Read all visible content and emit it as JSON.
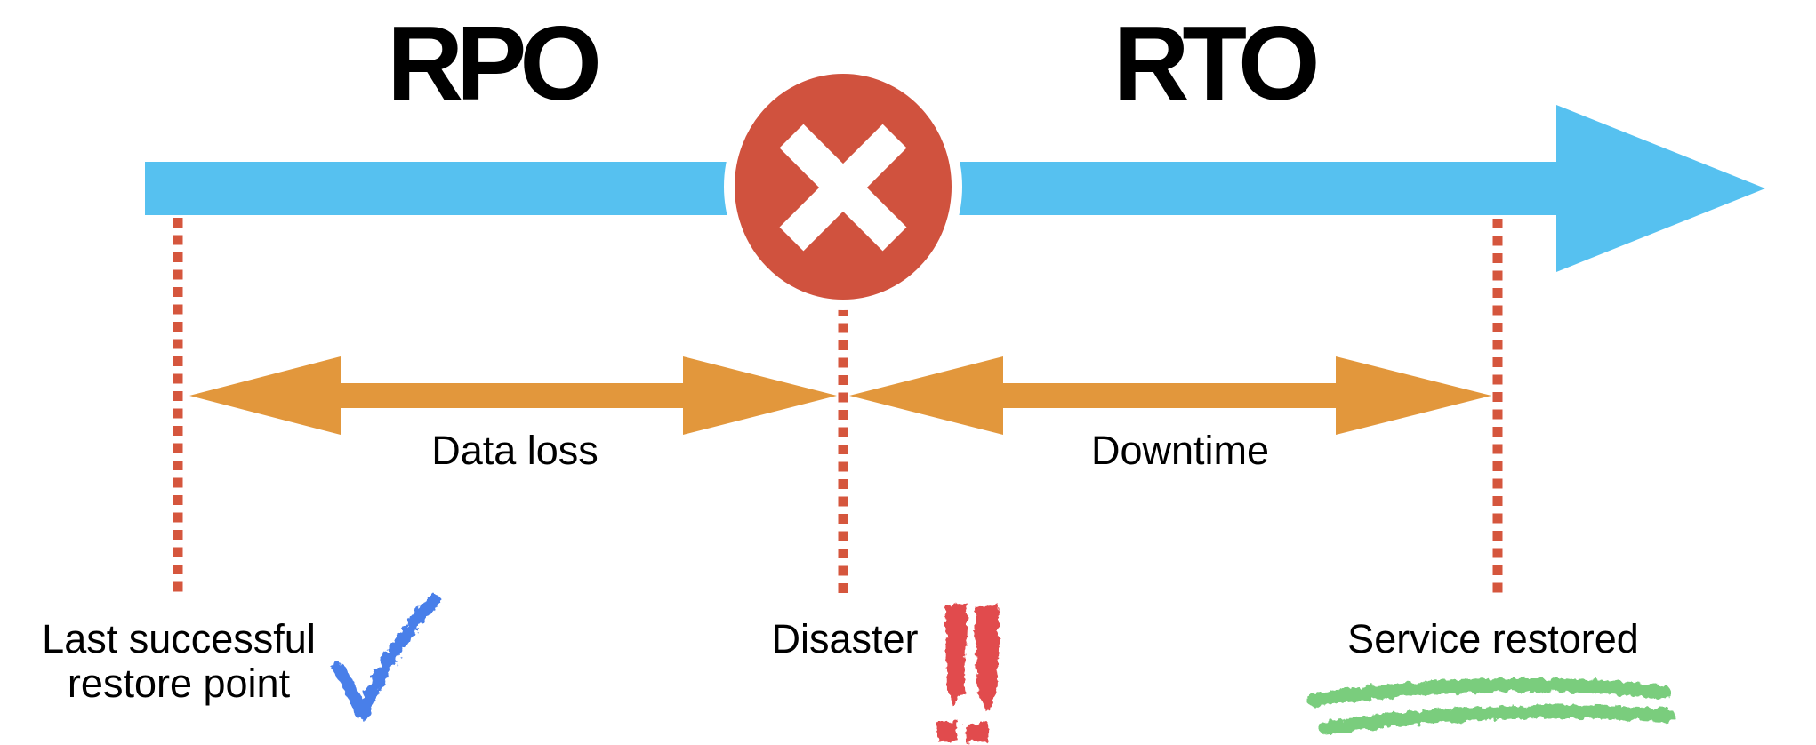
{
  "diagram": {
    "rpo_title": "RPO",
    "rto_title": "RTO",
    "data_loss_label": "Data loss",
    "downtime_label": "Downtime",
    "markers": {
      "restore_point": {
        "line1": "Last successful",
        "line2": "restore point"
      },
      "disaster": {
        "label": "Disaster"
      },
      "service_restored": {
        "label": "Service restored"
      }
    },
    "icons": {
      "disaster_icon": "x-mark-in-circle",
      "restore_icon": "blue-checkmark",
      "disaster_annotation_icon": "red-double-exclamation",
      "restored_annotation_icon": "green-scribble-underline"
    }
  },
  "colors": {
    "timeline-blue": "#56c1f0",
    "circle-red": "#d0523e",
    "dotted-red": "#d5563d",
    "arrow-orange": "#e2973c",
    "check-blue": "#4a7fe9",
    "exclaim-red": "#e14b4d",
    "scribble-green": "#7acd7d",
    "text-black": "#000000"
  }
}
